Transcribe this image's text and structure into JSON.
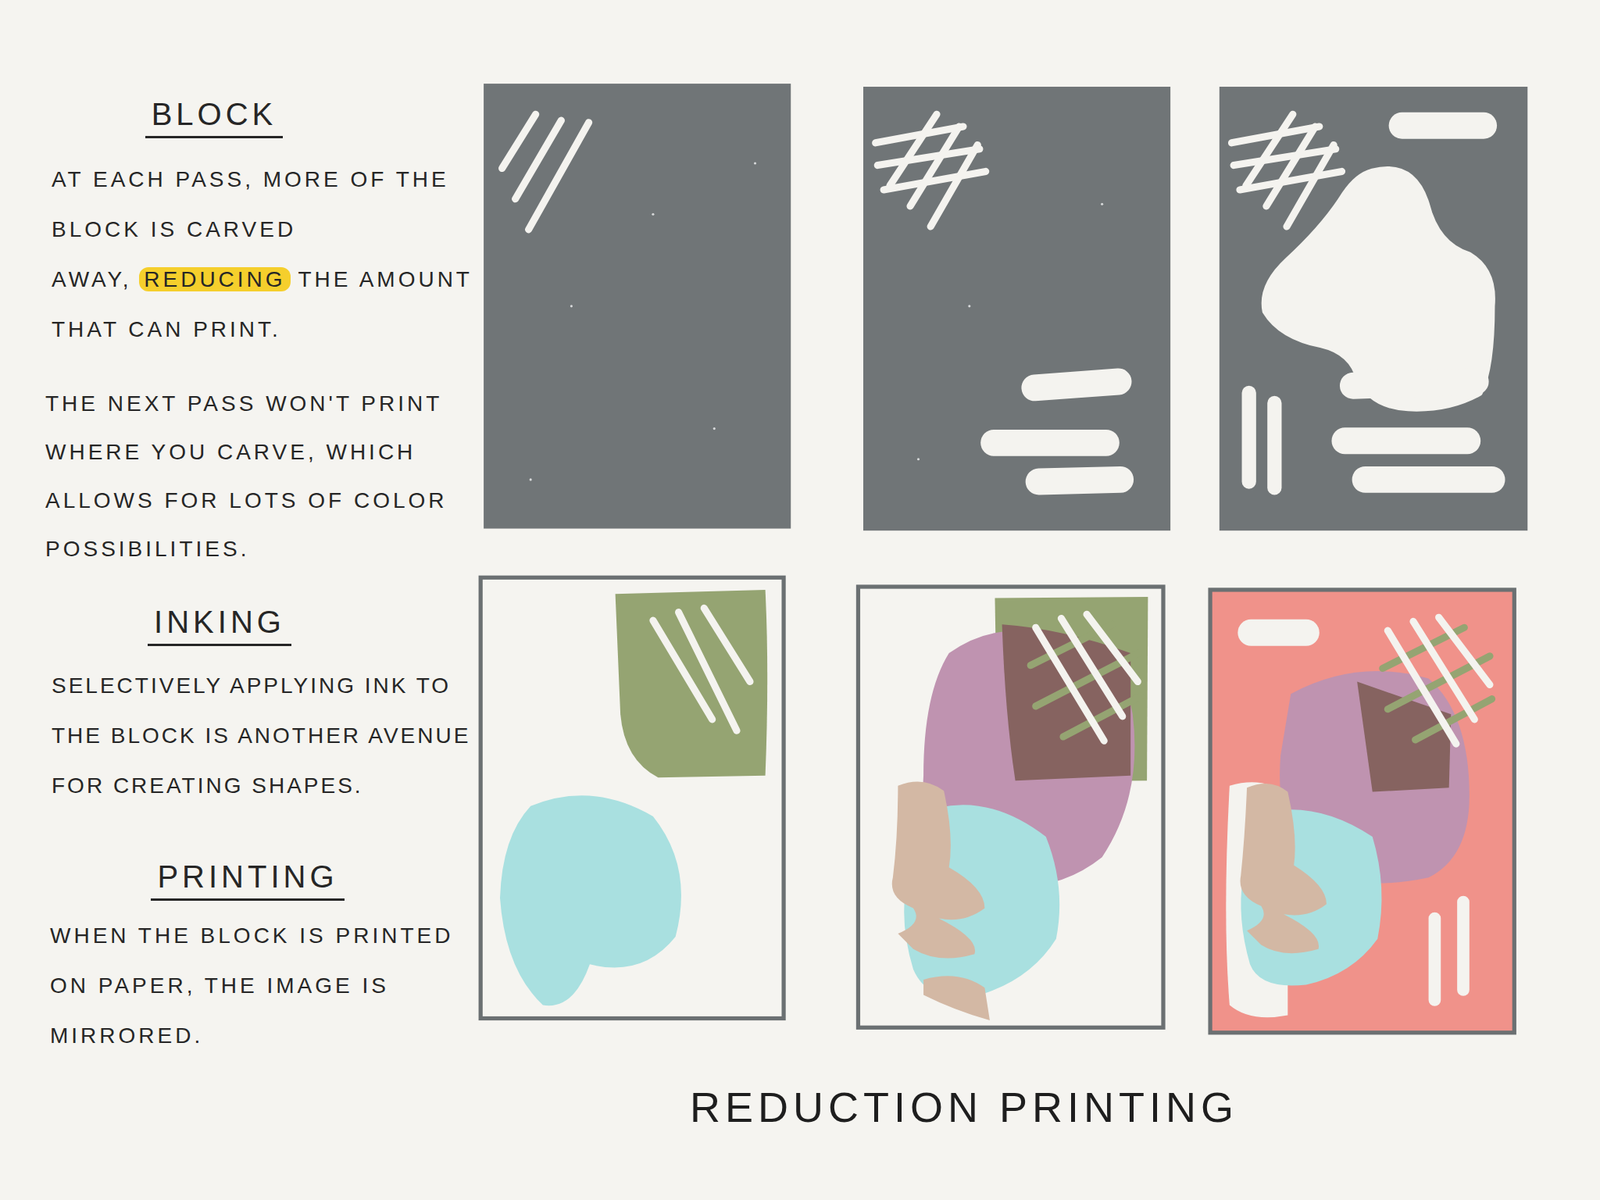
{
  "diagram": {
    "title": "REDUCTION PRINTING",
    "labels": [
      "BLOCK",
      "AT EACH PASS, MORE OF THE BLOCK IS CARVED AWAY,",
      "REDUCING",
      "THE AMOUNT THAT CAN PRINT.",
      "THE NEXT PASS WON'T PRINT WHERE YOU CARVE, WHICH ALLOWS FOR LOTS OF COLOR POSSIBILITIES.",
      "INKING",
      "SELECTIVELY APPLYING INK TO THE BLOCK IS ANOTHER AVENUE FOR CREATING SHAPES.",
      "PRINTING",
      "WHEN THE BLOCK IS PRINTED ON PAPER, THE IMAGE IS MIRRORED."
    ]
  }
}
